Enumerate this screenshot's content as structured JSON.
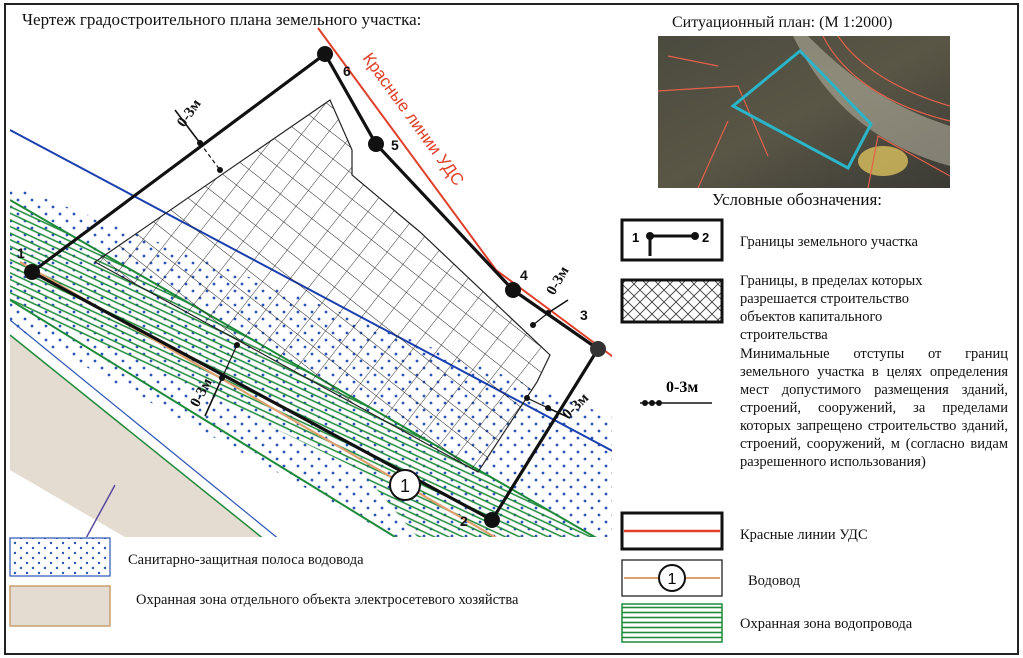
{
  "drawing": {
    "title": "Чертеж градостроительного плана земельного участка:",
    "vertices": [
      "1",
      "2",
      "3",
      "4",
      "5",
      "6"
    ],
    "setbacks": [
      "0-3м",
      "0-3м",
      "0-3м",
      "0-3м"
    ],
    "red_line_label": "Красные линии УДС",
    "water_pipe_marker": "1"
  },
  "situation_plan": {
    "title": "Ситуационный план: (М 1:2000)"
  },
  "legend": {
    "title": "Условные обозначения:",
    "boundary": {
      "sym_left": "1",
      "sym_right": "2",
      "label": "Границы земельного участка"
    },
    "build_area": {
      "label": "Границы, в пределах которых разрешается строительство объектов капитального строительства"
    },
    "setback": {
      "sym": "0-3м",
      "label": "Минимальные отступы от границ земельного участка в целях определения мест допустимого размещения зданий, строений, сооружений, за пределами которых запрещено строительство зданий, строений, сооружений, м (согласно видам разрешенного использования)"
    },
    "red_lines": {
      "label": "Красные линии УДС"
    },
    "water_pipe": {
      "sym": "1",
      "label": "Водовод"
    },
    "water_zone": {
      "label": "Охранная зона водопровода"
    },
    "sanitary": {
      "label": "Санитарно-защитная полоса водовода"
    },
    "electric": {
      "label": "Охранная зона отдельного объекта электросетевого хозяйства"
    }
  },
  "colors": {
    "red_line": "#e0402a",
    "blue_line": "#1a3fb0",
    "green": "#1f8a3a",
    "dots": "#2a55b5",
    "orange": "#e0a070",
    "electric": "#e4dcd0",
    "parcel": "#111111"
  }
}
